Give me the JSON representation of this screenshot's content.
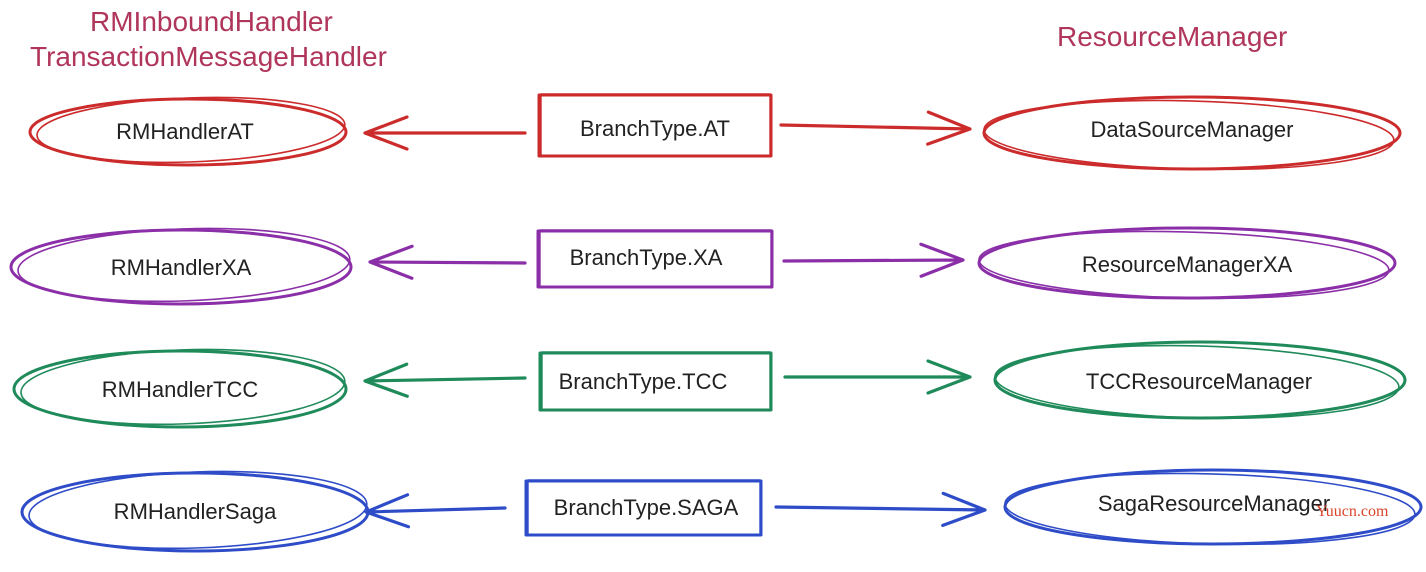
{
  "headers": {
    "left_line1": "RMInboundHandler",
    "left_line2": "TransactionMessageHandler",
    "right": "ResourceManager"
  },
  "rows": [
    {
      "handler": "RMHandlerAT",
      "branch_type": "BranchType.AT",
      "manager": "DataSourceManager",
      "color": "#cc2b2b"
    },
    {
      "handler": "RMHandlerXA",
      "branch_type": "BranchType.XA",
      "manager": "ResourceManagerXA",
      "color": "#8b2fa8"
    },
    {
      "handler": "RMHandlerTCC",
      "branch_type": "BranchType.TCC",
      "manager": "TCCResourceManager",
      "color": "#1f8a5a"
    },
    {
      "handler": "RMHandlerSaga",
      "branch_type": "BranchType.SAGA",
      "manager": "SagaResourceManager",
      "color": "#2f4cc8"
    }
  ],
  "watermark": "Yuucn.com",
  "colors": {
    "header": "#b0355b",
    "label": "#222222",
    "watermark": "#d8452a"
  }
}
